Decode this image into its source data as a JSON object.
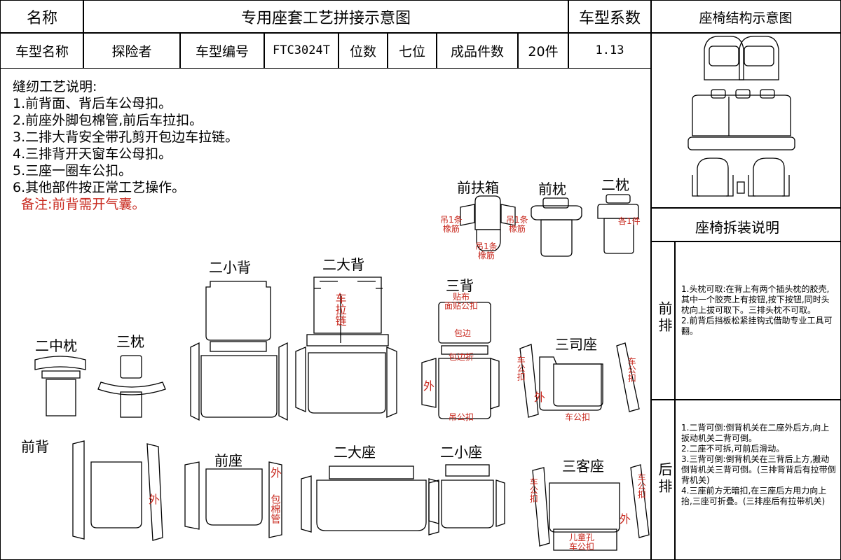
{
  "header": {
    "name_label": "名称",
    "doc_title": "专用座套工艺拼接示意图",
    "coef_label": "车型系数",
    "structure_title": "座椅结构示意图"
  },
  "info_row": {
    "model_name_label": "车型名称",
    "model_name": "探险者",
    "model_code_label": "车型编号",
    "model_code": "FTC3024T",
    "seats_label": "位数",
    "seats": "七位",
    "pieces_label": "成品件数",
    "pieces": "20件",
    "coef_value": "1.13"
  },
  "sewing_notes": {
    "title": "缝纫工艺说明:",
    "items": [
      "1.前背面、背后车公母扣。",
      "2.前座外脚包棉管,前后车拉扣。",
      "3.二排大背安全带孔剪开包边车拉链。",
      "4.三排背开天窗车公母扣。",
      "5.三座一圈车公扣。",
      "6.其他部件按正常工艺操作。"
    ],
    "remark": "备注:前背需开气囊。"
  },
  "parts": {
    "front_armrest": "前扶箱",
    "front_headrest": "前枕",
    "second_headrest": "二枕",
    "second_small_back": "二小背",
    "second_big_back": "二大背",
    "third_back": "三背",
    "second_mid_headrest": "二中枕",
    "third_headrest": "三枕",
    "third_driver_seat": "三司座",
    "front_back": "前背",
    "front_seat": "前座",
    "second_big_seat": "二大座",
    "second_small_seat": "二小座",
    "third_passenger_seat": "三客座"
  },
  "annotations": {
    "hang_left": "吊1条\n橡筋",
    "hang_right": "吊1条\n橡筋",
    "armrest_bottom": "吊1条\n橡筋",
    "second_headrest_note": "各1件",
    "zipper": "车拉链",
    "third_back_top": "贴布\n面贴公扣",
    "third_back_edge": "包边",
    "third_back_mid": "包边折",
    "third_back_outer": "外",
    "third_back_bottom": "吊公扣",
    "driver_left": "车公扣",
    "driver_outer": "外",
    "driver_right": "车公扣",
    "driver_bottom": "车公扣",
    "front_back_outer": "外",
    "front_seat_outer": "外",
    "front_seat_wrap": "包棉管",
    "passenger_left": "车公扣",
    "passenger_right": "车公扣",
    "passenger_outer": "外",
    "passenger_bottom": "儿童孔\n车公扣"
  },
  "disassembly": {
    "title": "座椅拆装说明",
    "front_label": "前排",
    "front_text": "1.头枕可取:在背上有两个插头枕的胶壳,其中一个胶壳上有按钮,按下按钮,同时头枕向上拔可取下。三排头枕不可取。\n2.前背后挡板松紧挂钩式借助专业工具可翻。",
    "rear_label": "后排",
    "rear_text": "1.二背可倒:倒背机关在二座外后方,向上扳动机关二背可倒。\n2.二座不可拆,可前后滑动。\n3.三背可倒:倒背机关在三背后上方,搬动倒背机关三背可倒。(三排背背后有拉带倒背机关)\n4.三座前方无暗扣,在三座后方用力向上抬,三座可折叠。(三排座后有拉带机关)"
  },
  "colors": {
    "line": "#000000",
    "annotation_red": "#c8281e",
    "background": "#ffffff"
  }
}
